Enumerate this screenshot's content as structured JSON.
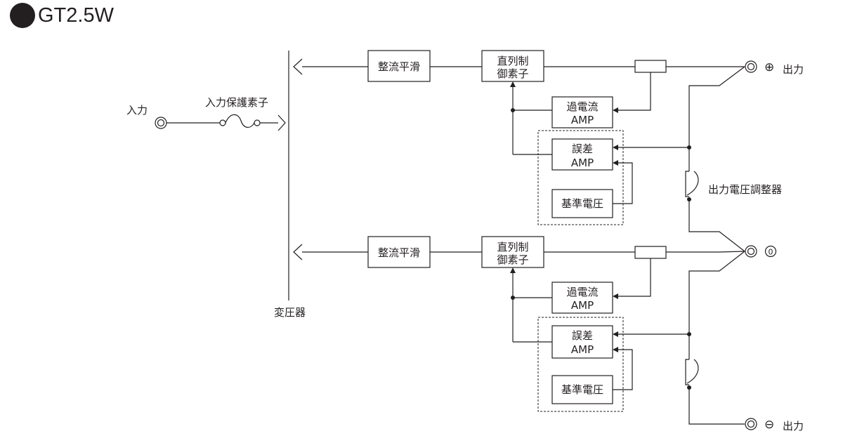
{
  "title": "GT2.5W",
  "labels": {
    "input": "入力",
    "input_protection": "入力保護素子",
    "transformer": "変圧器",
    "output_adjuster": "出力電圧調整器",
    "plus_output": "出力",
    "minus_output": "出力"
  },
  "terminals": {
    "plus_symbol": "⊕",
    "zero_symbol": "0",
    "minus_symbol": "⊖"
  },
  "blocks": {
    "rectifier": "整流平滑",
    "series_control_1": "直列制",
    "series_control_2": "御素子",
    "overcurrent_1": "過電流",
    "overcurrent_2": "AMP",
    "error_1": "誤差",
    "error_2": "AMP",
    "reference": "基準電圧"
  }
}
